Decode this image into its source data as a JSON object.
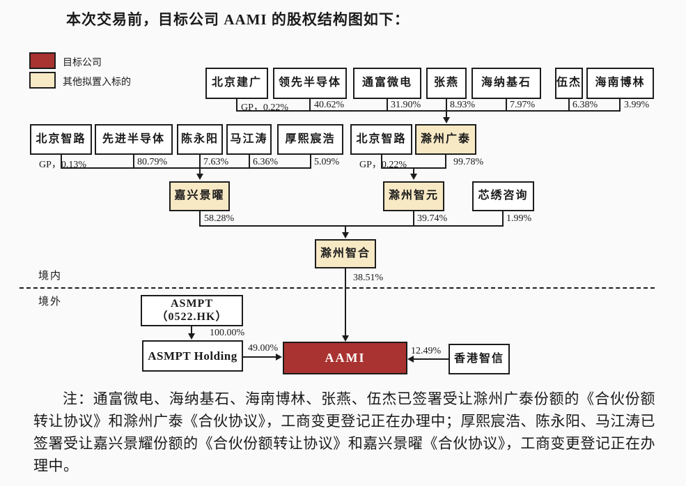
{
  "page": {
    "title": "本次交易前，目标公司 AAMI 的股权结构图如下：",
    "note": "注：通富微电、海纳基石、海南博林、张燕、伍杰已签署受让滁州广泰份额的《合伙份额转让协议》和滁州广泰《合伙协议》，工商变更登记正在办理中；厚熙宸浩、陈永阳、马江涛已签署受让嘉兴景耀份额的《合伙份额转让协议》和嘉兴景曜《合伙协议》，工商变更登记正在办理中。"
  },
  "legend": {
    "items": [
      {
        "label": "目标公司",
        "color": "#A93330"
      },
      {
        "label": "其他拟置入标的",
        "color": "#F8E9C5"
      }
    ]
  },
  "regions": {
    "domestic": "境内",
    "overseas": "境外"
  },
  "row1": {
    "owners": [
      {
        "label": "北京建广",
        "pct": "GP，0.22%"
      },
      {
        "label": "领先半导体",
        "pct": "40.62%"
      },
      {
        "label": "通富微电",
        "pct": "31.90%"
      },
      {
        "label": "张燕",
        "pct": "8.93%"
      },
      {
        "label": "海纳基石",
        "pct": "7.97%"
      },
      {
        "label": "伍杰",
        "pct": "6.38%"
      },
      {
        "label": "海南博林",
        "pct": "3.99%"
      }
    ]
  },
  "row2_left": {
    "owners": [
      {
        "label": "北京智路",
        "pct": "GP，0.13%"
      },
      {
        "label": "先进半导体",
        "pct": "80.79%"
      },
      {
        "label": "陈永阳",
        "pct": "7.63%"
      },
      {
        "label": "马江涛",
        "pct": "6.36%"
      },
      {
        "label": "厚熙宸浩",
        "pct": "5.09%"
      }
    ]
  },
  "row2_right": {
    "owners": [
      {
        "label": "北京智路",
        "pct": "GP，0.22%"
      },
      {
        "label": "滁州广泰",
        "pct": "99.78%"
      }
    ]
  },
  "row3": {
    "owners": [
      {
        "label": "嘉兴景曜",
        "pct": "58.28%"
      },
      {
        "label": "滁州智元",
        "pct": "39.74%"
      },
      {
        "label": "芯绣咨询",
        "pct": "1.99%"
      }
    ]
  },
  "row4": {
    "label": "滁州智合",
    "pct": "38.51%"
  },
  "overseas_entities": {
    "asmpt": {
      "name": "ASMPT",
      "ticker": "（0522.HK）",
      "pct": "100.00%"
    },
    "asmpt_holding": {
      "label": "ASMPT Holding",
      "pct": "49.00%"
    },
    "aami": {
      "label": "AAMI"
    },
    "hongkong_zhixin": {
      "label": "香港智信",
      "pct": "12.49%"
    }
  }
}
